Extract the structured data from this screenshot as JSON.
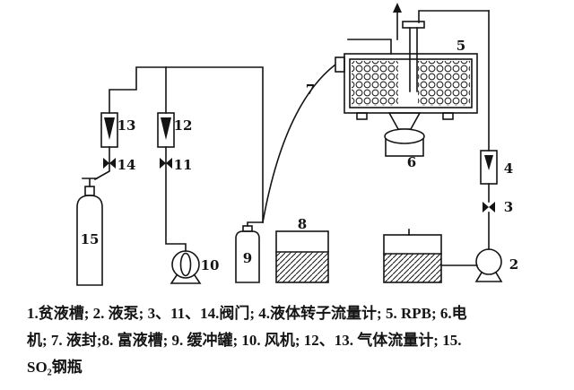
{
  "caption": {
    "lines": [
      "1.贫液槽; 2. 液泵; 3、11、14.阀门; 4.液体转子流量计; 5. RPB; 6.电",
      "机; 7. 液封;8. 富液槽; 9. 缓冲罐; 10. 风机; 12、13. 气体流量计; 15.",
      "SO₂钢瓶"
    ]
  },
  "diagram": {
    "labels": {
      "pump": "2",
      "valve3": "3",
      "flowmeter4": "4",
      "rpb": "5",
      "motor": "6",
      "seal": "7",
      "rich_tank": "8",
      "buffer_tank": "9",
      "fan": "10",
      "valve11": "11",
      "flowmeter12": "12",
      "flowmeter13": "13",
      "valve14": "14",
      "cylinder": "15"
    }
  },
  "colors": {
    "ink": "#141414",
    "background": "#ffffff"
  }
}
